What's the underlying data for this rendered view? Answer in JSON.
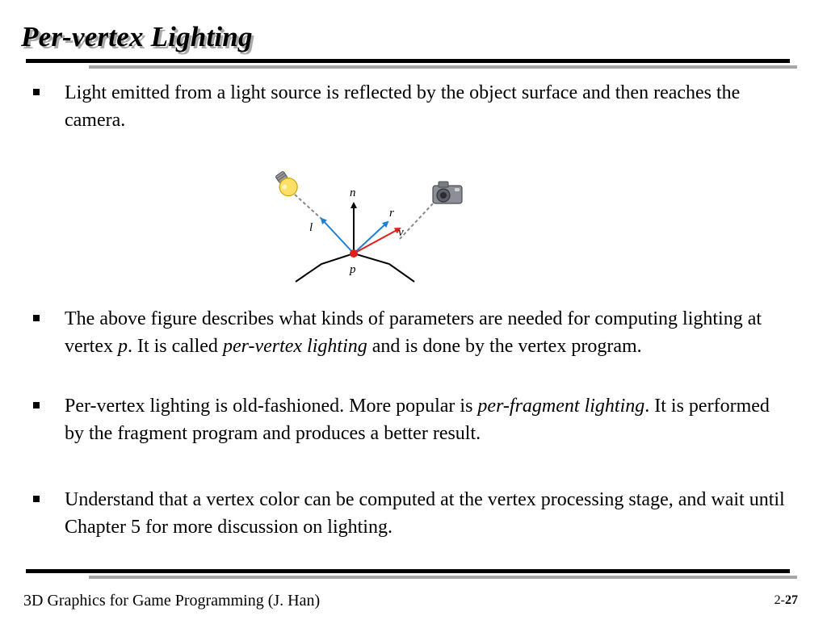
{
  "slide": {
    "title": "Per-vertex Lighting",
    "bullets": [
      {
        "parts": [
          {
            "text": "Light emitted from a light source is reflected by the object surface and then reaches the camera.",
            "italic": false
          }
        ]
      },
      {
        "parts": [
          {
            "text": "The above figure describes what kinds of parameters are needed for computing lighting at vertex ",
            "italic": false
          },
          {
            "text": "p",
            "italic": true
          },
          {
            "text": ". It is called ",
            "italic": false
          },
          {
            "text": "per-vertex lighting",
            "italic": true
          },
          {
            "text": " and is done by the vertex program.",
            "italic": false
          }
        ]
      },
      {
        "parts": [
          {
            "text": "Per-vertex lighting is old-fashioned. More popular is ",
            "italic": false
          },
          {
            "text": "per-fragment lighting",
            "italic": true
          },
          {
            "text": ". It is performed by the fragment program and produces a better result.",
            "italic": false
          }
        ]
      },
      {
        "parts": [
          {
            "text": "Understand that a vertex color can be computed at the vertex processing stage, and wait until Chapter 5 for more discussion on lighting.",
            "italic": false
          }
        ]
      }
    ]
  },
  "figure": {
    "labels": {
      "n": "n",
      "l": "l",
      "r": "r",
      "v": "v",
      "p": "p"
    },
    "icons": [
      "light-bulb-icon",
      "camera-icon"
    ],
    "colors": {
      "light_vector": "#1e7fd8",
      "view_vector": "#e0201c",
      "vertex": "#e0201c",
      "light_path": "#888888"
    }
  },
  "footer": {
    "course": "3D Graphics for Game Programming (J. Han)",
    "chapter": "2-",
    "page": "27"
  }
}
